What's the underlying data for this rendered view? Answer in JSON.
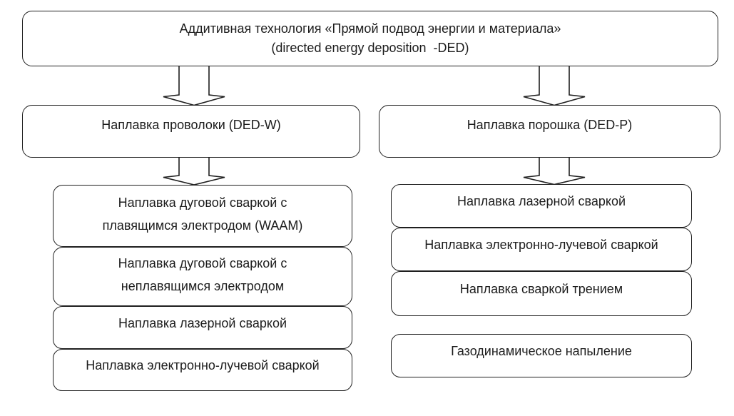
{
  "root": {
    "line1": "Аддитивная технология «Прямой подвод энергии и материала»",
    "line2": "(directed energy deposition  -DED)"
  },
  "branches": [
    {
      "label": "Наплавка проволоки (DED-W)",
      "children": [
        "Наплавка дуговой сваркой с плавящимся электродом (WAAM)",
        "Наплавка дуговой сваркой с неплавящимся электродом",
        "Наплавка лазерной сваркой",
        "Наплавка электронно-лучевой сваркой"
      ]
    },
    {
      "label": "Наплавка порошка (DED-P)",
      "children": [
        "Наплавка лазерной сваркой",
        "Наплавка электронно-лучевой сваркой",
        "Наплавка сваркой трением"
      ],
      "detached_child": "Газодинамическое напыление"
    }
  ],
  "colors": {
    "border": "#1f1f1f",
    "fill": "#ffffff",
    "text": "#1c1c1c",
    "background": "#ffffff"
  }
}
